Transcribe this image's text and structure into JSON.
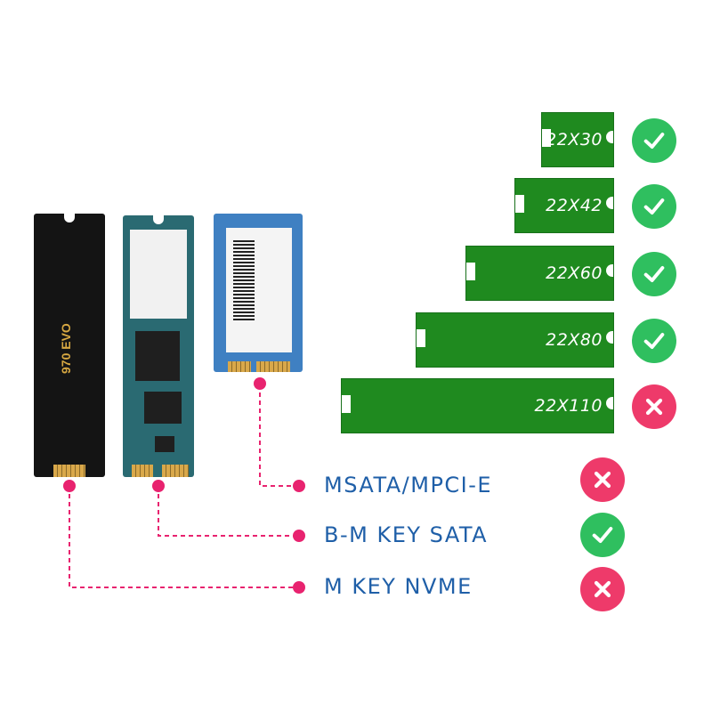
{
  "sizes": [
    {
      "label": "22X30",
      "status": "ok"
    },
    {
      "label": "22X42",
      "status": "ok"
    },
    {
      "label": "22X60",
      "status": "ok"
    },
    {
      "label": "22X80",
      "status": "ok"
    },
    {
      "label": "22X110",
      "status": "no"
    }
  ],
  "protocols": [
    {
      "label": "MSATA/MPCI-E",
      "status": "no"
    },
    {
      "label": "B-M KEY SATA",
      "status": "ok"
    },
    {
      "label": "M KEY NVME",
      "status": "no"
    }
  ],
  "cards": {
    "nvme": {
      "brand": "970 EVO"
    }
  },
  "colors": {
    "bar_green": "#1f8a1f",
    "ok_green": "#2fbf5f",
    "no_pink": "#ee3a6a",
    "text_blue": "#1f5fa8",
    "line_pink": "#e8236f"
  }
}
